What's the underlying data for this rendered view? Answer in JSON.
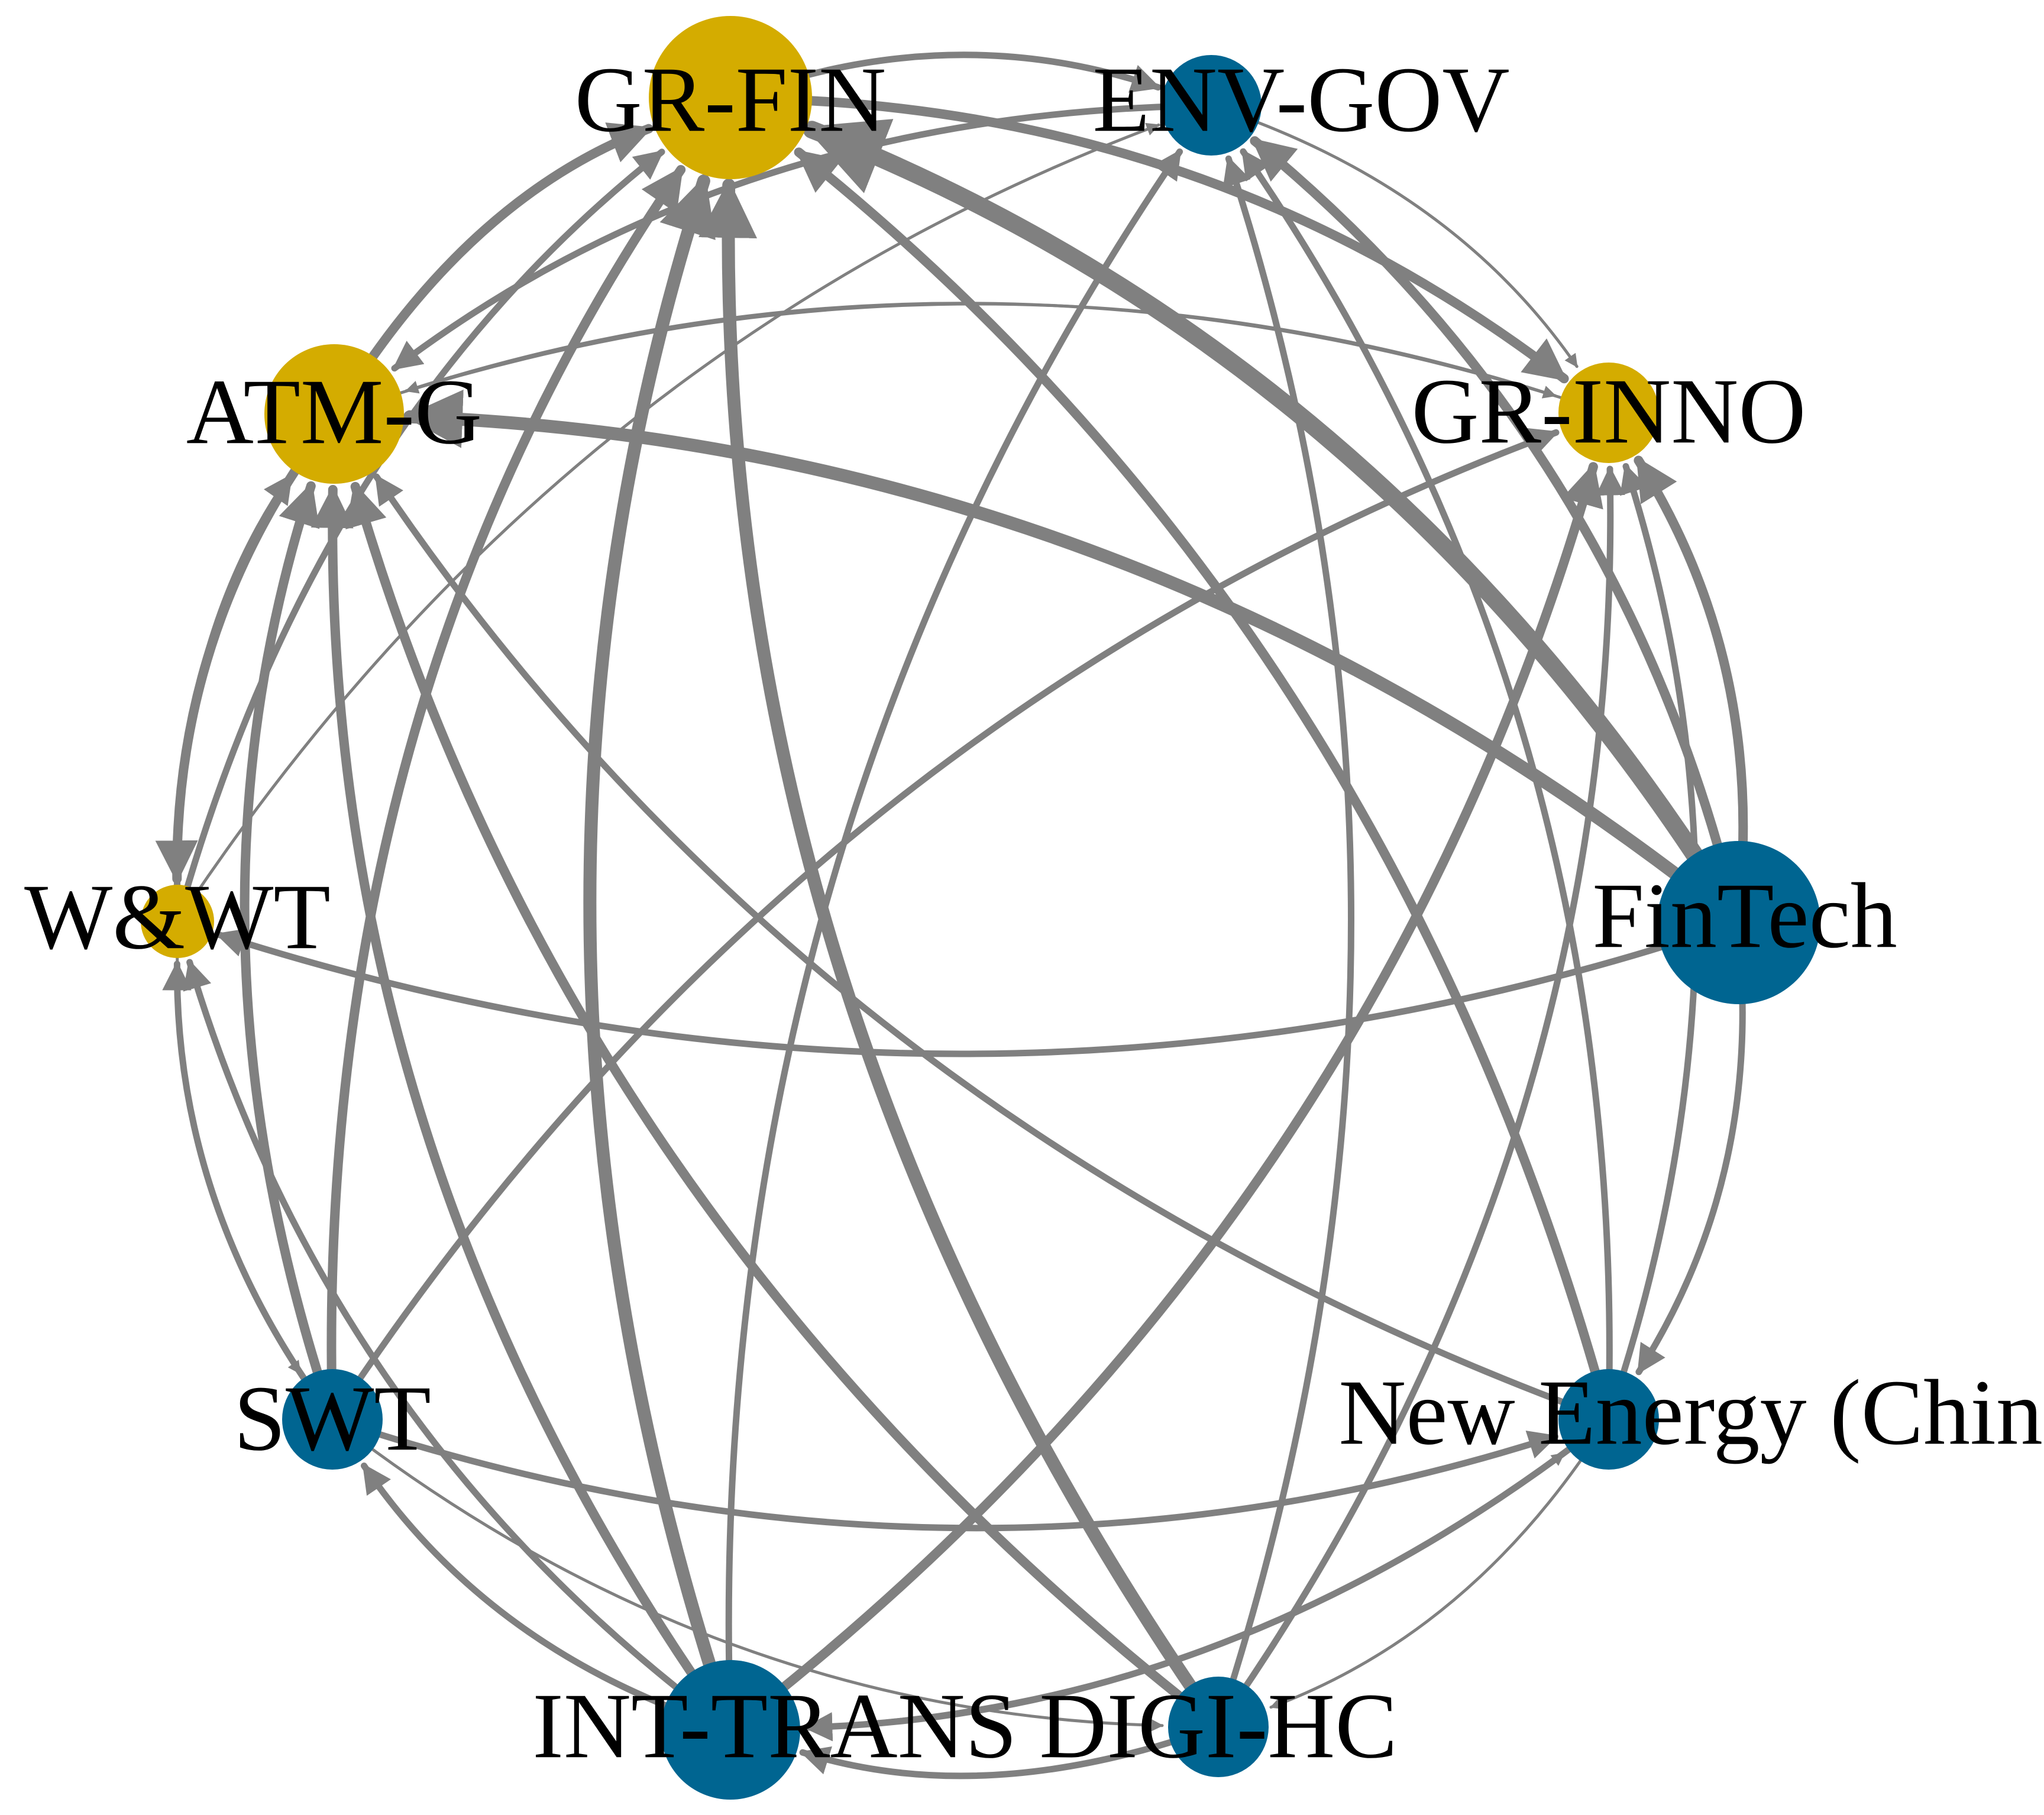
{
  "colors": {
    "background": "#ffffff",
    "edge": "#808080",
    "group_a": "#d4ac00",
    "group_b": "#006591",
    "label": "#000000"
  },
  "nodes": [
    {
      "id": "GR-FIN",
      "label": "GR-FIN",
      "group": "group_a",
      "size": "large"
    },
    {
      "id": "ENV-GOV",
      "label": "ENV-GOV",
      "group": "group_b",
      "size": "small"
    },
    {
      "id": "GR-INNO",
      "label": "GR-INNO",
      "group": "group_a",
      "size": "small"
    },
    {
      "id": "FinTech",
      "label": "FinTech",
      "group": "group_b",
      "size": "large"
    },
    {
      "id": "New Energy (China)",
      "label": "New Energy (China)",
      "group": "group_b",
      "size": "small"
    },
    {
      "id": "DIGI-HC",
      "label": "DIGI-HC",
      "group": "group_b",
      "size": "small"
    },
    {
      "id": "INT-TRANS",
      "label": "INT-TRANS",
      "group": "group_b",
      "size": "medium"
    },
    {
      "id": "SWT",
      "label": "SWT",
      "group": "group_b",
      "size": "small"
    },
    {
      "id": "W&WT",
      "label": "W&WT",
      "group": "group_a",
      "size": "tiny"
    },
    {
      "id": "ATM-G",
      "label": "ATM-G",
      "group": "group_a",
      "size": "medium"
    }
  ],
  "edges": [
    {
      "from": "FinTech",
      "to": "GR-FIN",
      "weight": 5
    },
    {
      "from": "FinTech",
      "to": "ATM-G",
      "weight": 4
    },
    {
      "from": "FinTech",
      "to": "ENV-GOV",
      "weight": 3
    },
    {
      "from": "FinTech",
      "to": "GR-INNO",
      "weight": 3
    },
    {
      "from": "FinTech",
      "to": "W&WT",
      "weight": 2
    },
    {
      "from": "FinTech",
      "to": "New Energy (China)",
      "weight": 2
    },
    {
      "from": "INT-TRANS",
      "to": "GR-FIN",
      "weight": 4
    },
    {
      "from": "INT-TRANS",
      "to": "ATM-G",
      "weight": 3
    },
    {
      "from": "INT-TRANS",
      "to": "GR-INNO",
      "weight": 3
    },
    {
      "from": "INT-TRANS",
      "to": "ENV-GOV",
      "weight": 2
    },
    {
      "from": "INT-TRANS",
      "to": "SWT",
      "weight": 2
    },
    {
      "from": "INT-TRANS",
      "to": "W&WT",
      "weight": 2
    },
    {
      "from": "INT-TRANS",
      "to": "New Energy (China)",
      "weight": 1
    },
    {
      "from": "DIGI-HC",
      "to": "GR-FIN",
      "weight": 4
    },
    {
      "from": "DIGI-HC",
      "to": "ATM-G",
      "weight": 3
    },
    {
      "from": "DIGI-HC",
      "to": "ENV-GOV",
      "weight": 2
    },
    {
      "from": "DIGI-HC",
      "to": "GR-INNO",
      "weight": 2
    },
    {
      "from": "DIGI-HC",
      "to": "INT-TRANS",
      "weight": 2
    },
    {
      "from": "SWT",
      "to": "GR-FIN",
      "weight": 3
    },
    {
      "from": "SWT",
      "to": "ATM-G",
      "weight": 3
    },
    {
      "from": "SWT",
      "to": "W&WT",
      "weight": 2
    },
    {
      "from": "SWT",
      "to": "GR-INNO",
      "weight": 2
    },
    {
      "from": "SWT",
      "to": "New Energy (China)",
      "weight": 2
    },
    {
      "from": "SWT",
      "to": "DIGI-HC",
      "weight": 1
    },
    {
      "from": "New Energy (China)",
      "to": "GR-FIN",
      "weight": 3
    },
    {
      "from": "New Energy (China)",
      "to": "ATM-G",
      "weight": 2
    },
    {
      "from": "New Energy (China)",
      "to": "ENV-GOV",
      "weight": 2
    },
    {
      "from": "New Energy (China)",
      "to": "GR-INNO",
      "weight": 2
    },
    {
      "from": "New Energy (China)",
      "to": "DIGI-HC",
      "weight": 1
    },
    {
      "from": "New Energy (China)",
      "to": "INT-TRANS",
      "weight": 2
    },
    {
      "from": "ATM-G",
      "to": "GR-FIN",
      "weight": 3
    },
    {
      "from": "ATM-G",
      "to": "GR-INNO",
      "weight": 1
    },
    {
      "from": "ATM-G",
      "to": "W&WT",
      "weight": 3
    },
    {
      "from": "W&WT",
      "to": "GR-FIN",
      "weight": 2
    },
    {
      "from": "W&WT",
      "to": "ATM-G",
      "weight": 2
    },
    {
      "from": "W&WT",
      "to": "ENV-GOV",
      "weight": 1
    },
    {
      "from": "W&WT",
      "to": "SWT",
      "weight": 1
    },
    {
      "from": "GR-FIN",
      "to": "GR-INNO",
      "weight": 3
    },
    {
      "from": "GR-FIN",
      "to": "ENV-GOV",
      "weight": 2
    },
    {
      "from": "ENV-GOV",
      "to": "GR-INNO",
      "weight": 1
    },
    {
      "from": "ENV-GOV",
      "to": "ATM-G",
      "weight": 2
    },
    {
      "from": "GR-INNO",
      "to": "ATM-G",
      "weight": 1
    }
  ]
}
